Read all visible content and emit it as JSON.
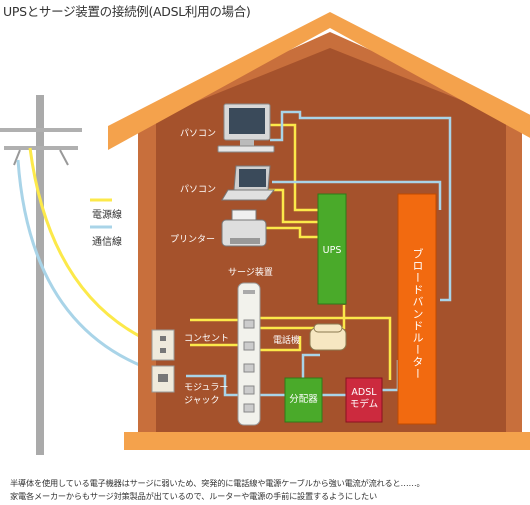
{
  "title": "UPSとサージ装置の接続例(ADSL利用の場合)",
  "legend": {
    "power_line": "電源線",
    "comm_line": "通信線"
  },
  "labels": {
    "pc1": "パソコン",
    "pc2": "パソコン",
    "printer": "プリンター",
    "surge": "サージ装置",
    "outlet": "コンセント",
    "modular_1": "モジュラー",
    "modular_2": "ジャック",
    "phone": "電話機",
    "ups": "UPS",
    "router": "ブロードバンドルーター",
    "splitter": "分配器",
    "adsl_1": "ADSL",
    "adsl_2": "モデム"
  },
  "footer": {
    "line1": "半導体を使用している電子機器はサージに弱いため、突発的に電話線や電源ケーブルから強い電流が流れると……。",
    "line2": "家電各メーカーからもサージ対策製品が出ているので、ルーターや電源の手前に設置するようにしたい"
  },
  "colors": {
    "roof": "#f4a24c",
    "wall": "#c86f3c",
    "interior": "#a5522c",
    "power": "#fce94a",
    "comm": "#a9d4e8",
    "ups_box": "#4aaa2a",
    "router_box": "#f26a10",
    "device_box": "#cc2a3e"
  }
}
